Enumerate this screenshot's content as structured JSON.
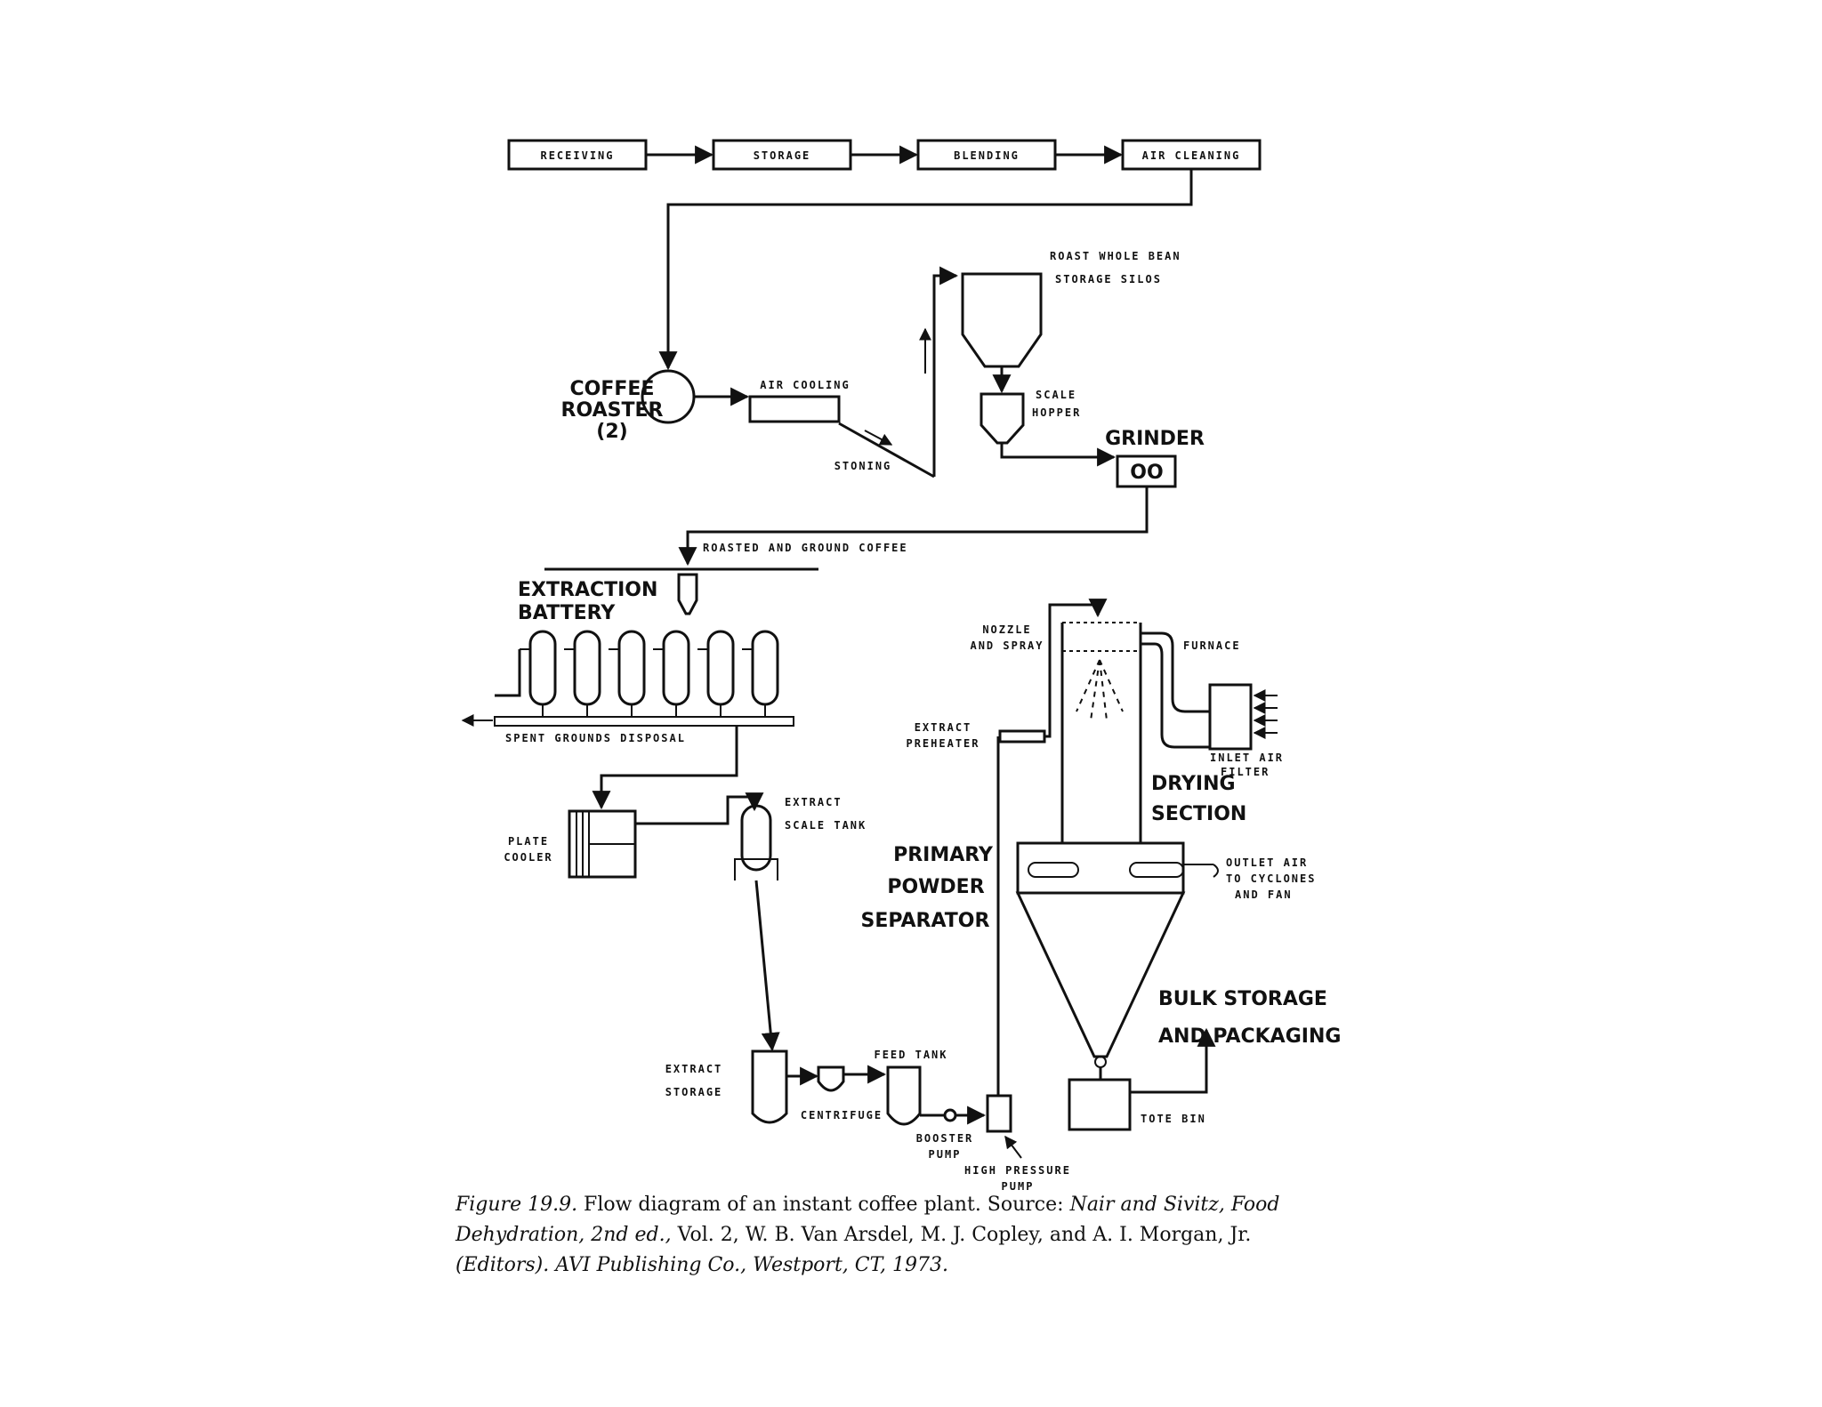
{
  "labels": {
    "receiving": "RECEIVING",
    "storage": "STORAGE",
    "blending": "BLENDING",
    "air_cleaning": "AIR CLEANING",
    "roast_silos_1": "ROAST WHOLE BEAN",
    "roast_silos_2": "STORAGE SILOS",
    "coffee_roaster_1": "COFFEE",
    "coffee_roaster_2": "ROASTER",
    "coffee_roaster_3": "(2)",
    "air_cooling": "AIR COOLING",
    "stoning": "STONING",
    "scale_hopper_1": "SCALE",
    "scale_hopper_2": "HOPPER",
    "grinder": "GRINDER",
    "grinder_symbol": "OO",
    "roasted_ground": "ROASTED AND GROUND COFFEE",
    "extraction_1": "EXTRACTION",
    "extraction_2": "BATTERY",
    "spent_grounds": "SPENT GROUNDS DISPOSAL",
    "plate_cooler_1": "PLATE",
    "plate_cooler_2": "COOLER",
    "extract_scale_1": "EXTRACT",
    "extract_scale_2": "SCALE TANK",
    "nozzle_1": "NOZZLE",
    "nozzle_2": "AND SPRAY",
    "furnace": "FURNACE",
    "inlet_air_1": "INLET AIR",
    "inlet_air_2": "FILTER",
    "extract_preheater_1": "EXTRACT",
    "extract_preheater_2": "PREHEATER",
    "drying_1": "DRYING",
    "drying_2": "SECTION",
    "primary_1": "PRIMARY",
    "primary_2": "POWDER",
    "primary_3": "SEPARATOR",
    "outlet_air_1": "OUTLET AIR",
    "outlet_air_2": "TO CYCLONES",
    "outlet_air_3": "AND FAN",
    "bulk_1": "BULK STORAGE",
    "bulk_2": "AND PACKAGING",
    "extract_storage_1": "EXTRACT",
    "extract_storage_2": "STORAGE",
    "centrifuge": "CENTRIFUGE",
    "feed_tank": "FEED TANK",
    "booster_1": "BOOSTER",
    "booster_2": "PUMP",
    "high_pressure_1": "HIGH PRESSURE",
    "high_pressure_2": "PUMP",
    "tote_bin": "TOTE BIN"
  },
  "caption": {
    "figure": "Figure 19.9.",
    "text": " Flow diagram of an instant coffee plant. Source: ",
    "authors": "Nair and Sivitz,",
    "book": "Food Dehydration, 2nd ed.,",
    "editors": " Vol. 2, W. B. Van Arsdel, M. J. Copley, and A. I. Morgan, Jr. ",
    "publisher": "(Editors). AVI Publishing Co., Westport, CT, 1973."
  }
}
